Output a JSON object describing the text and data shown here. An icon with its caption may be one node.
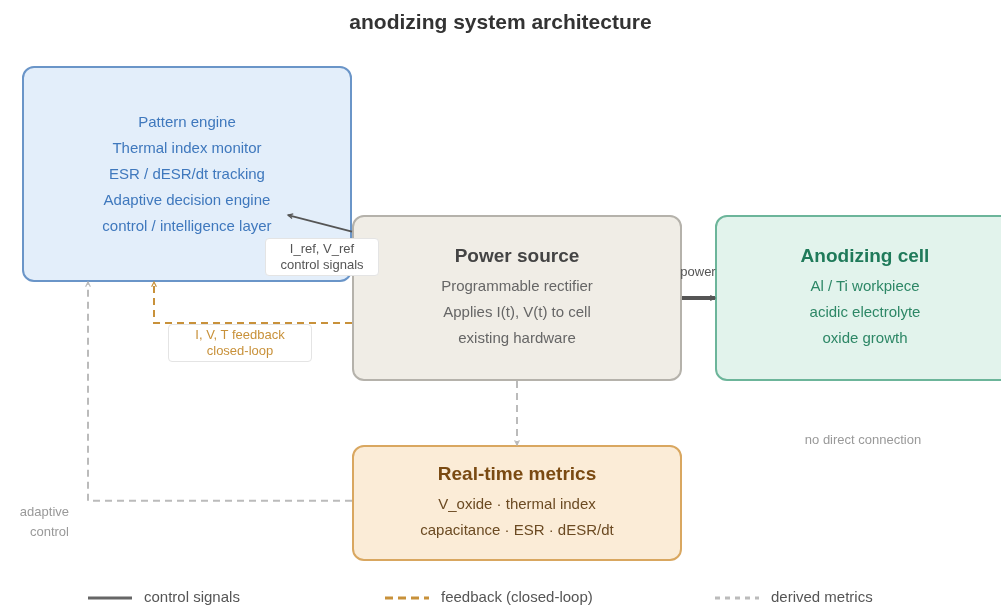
{
  "diagram": {
    "title": "anodizing system architecture",
    "nodes": [
      {
        "text": [
          "Pattern engine",
          "Thermal index monitor",
          "ESR / dESR/dt tracking",
          "Adaptive decision engine",
          "control / intelligence layer"
        ]
      },
      {
        "text": [
          "Power source",
          "Programmable rectifier",
          "Applies I(t), V(t) to cell",
          "existing hardware"
        ]
      },
      {
        "text": [
          "Anodizing cell",
          "Al / Ti workpiece",
          "acidic electrolyte",
          "oxide growth"
        ]
      },
      {
        "text": [
          "Real-time metrics",
          "V_oxide · thermal index",
          "capacitance · ESR · dESR/dt"
        ]
      }
    ],
    "edges": [
      {
        "from": 1,
        "to": 0,
        "arrow": "to",
        "label": "I_ref, V_ref control signals",
        "color": "#555555"
      },
      {
        "from": 1,
        "to": 0,
        "arrow": "to",
        "label": "I, V, T feedback closed-loop",
        "style": "dashed",
        "color": "#c8913a"
      },
      {
        "from": 1,
        "to": 2,
        "arrow": "to",
        "label": "power",
        "style": "thick",
        "color": "#555555"
      },
      {
        "from": 1,
        "to": 3,
        "arrow": "to",
        "style": "dashed",
        "color": "#bbbbbb"
      },
      {
        "from": 3,
        "to": 0,
        "arrow": "to",
        "style": "dashed",
        "color": "#bbbbbb"
      }
    ],
    "labels": [
      "no direct connection",
      "adaptive control"
    ],
    "legend": [
      {
        "text": "control signals"
      },
      {
        "text": "feedback (closed-loop)"
      },
      {
        "text": "derived metrics"
      }
    ]
  }
}
